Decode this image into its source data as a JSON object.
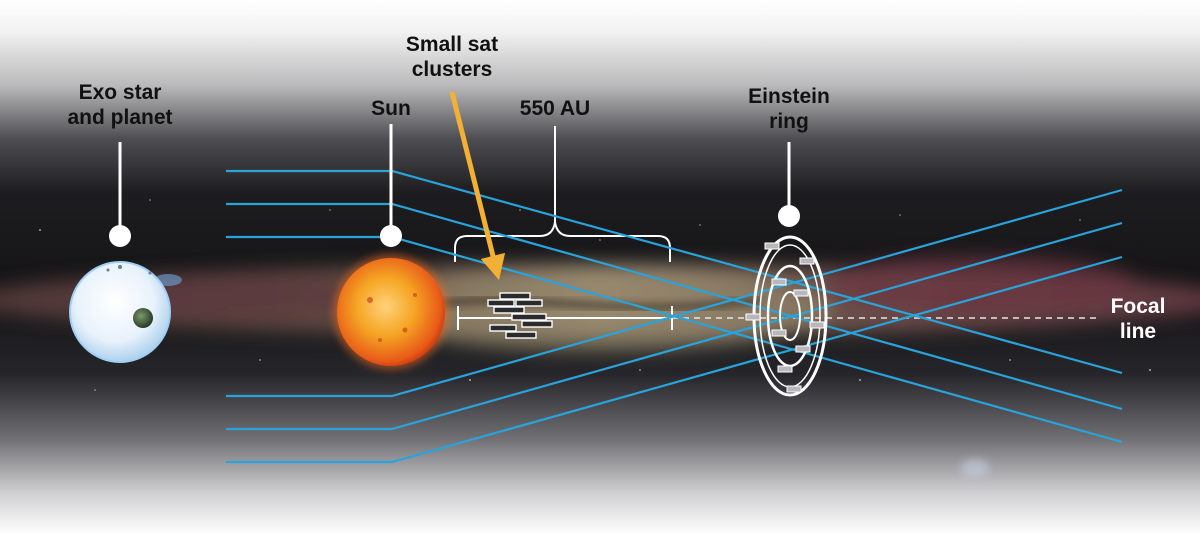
{
  "labels": {
    "exo_star_line1": "Exo star",
    "exo_star_line2": "and planet",
    "sun": "Sun",
    "small_sat_line1": "Small sat",
    "small_sat_line2": "clusters",
    "distance": "550 AU",
    "einstein_line1": "Einstein",
    "einstein_line2": "ring",
    "focal_line1": "Focal",
    "focal_line2": "line"
  },
  "colors": {
    "light_rays": "#29a3dc",
    "arrow": "#f2b035",
    "sun_core": "#f5a524",
    "sun_edge": "#d23614",
    "exo_star": "#e8f2fb",
    "background_band": "#141416"
  }
}
